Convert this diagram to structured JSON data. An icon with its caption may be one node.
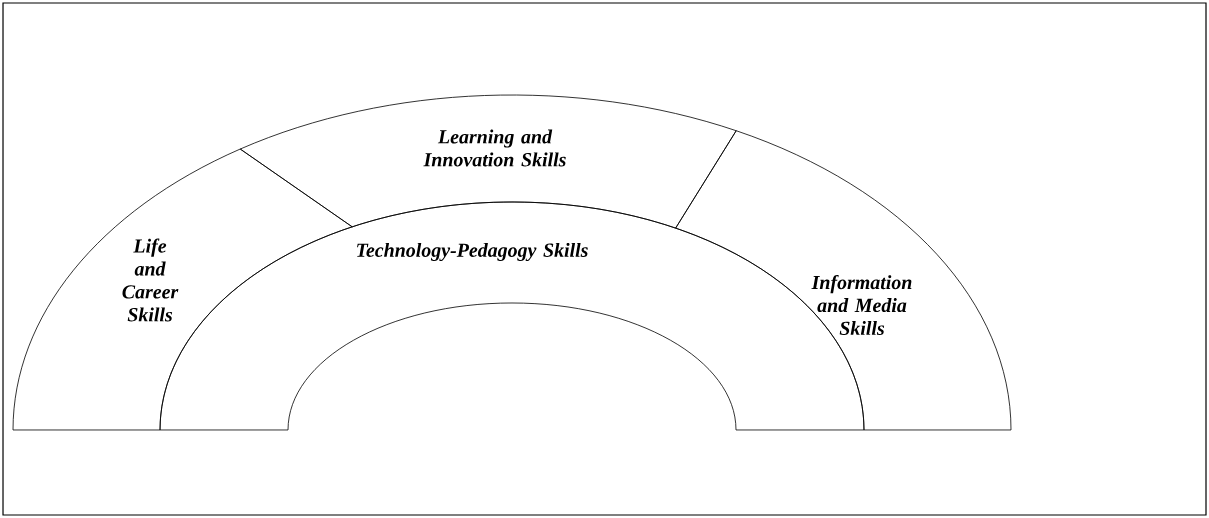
{
  "diagram": {
    "nodes": [
      {
        "text": [
          "Life and Career Skills"
        ]
      },
      {
        "text": [
          "Learning and Innovation Skills"
        ]
      },
      {
        "text": [
          "Information and Media Skills"
        ]
      },
      {
        "text": [
          "Technology-Pedagogy Skills"
        ]
      }
    ]
  }
}
